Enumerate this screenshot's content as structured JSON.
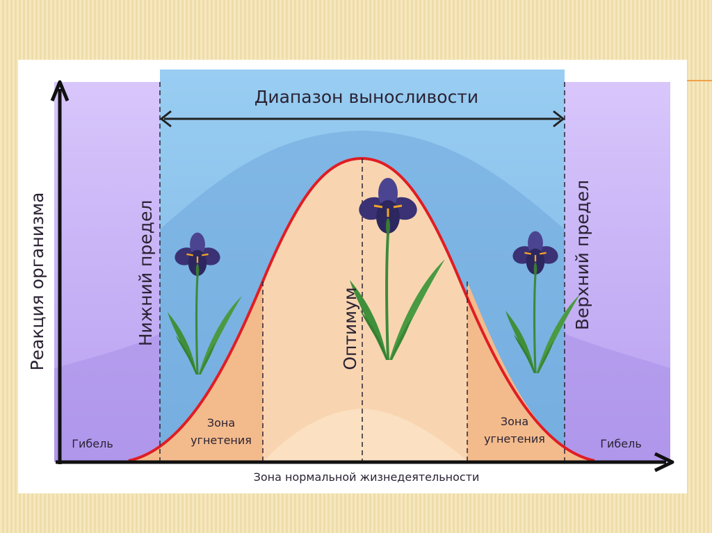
{
  "diagram": {
    "tolerance_range_label": "Диапазон выносливости",
    "y_axis_label": "Реакция организма",
    "x_axis_label": "Зона нормальной жизнедеятельности",
    "lower_limit_label": "Нижний предел",
    "upper_limit_label": "Верхний предел",
    "optimum_label": "Оптимум",
    "death_zone_left_label": "Гибель",
    "death_zone_right_label": "Гибель",
    "depression_zone_left_label": [
      "Зона",
      "угнетения"
    ],
    "depression_zone_right_label": [
      "Зона",
      "угнетения"
    ]
  },
  "colors": {
    "death_zone": "#c4b0f2",
    "tolerance_zone": "#84bde8",
    "curve": "#e01d24",
    "optimum_fill": "#f8d5b0",
    "depression_fill": "#f3bb8c",
    "iris_petal": "#3a3274",
    "iris_stem": "#3d8a3a"
  },
  "icons": [
    "iris-flower-icon"
  ]
}
